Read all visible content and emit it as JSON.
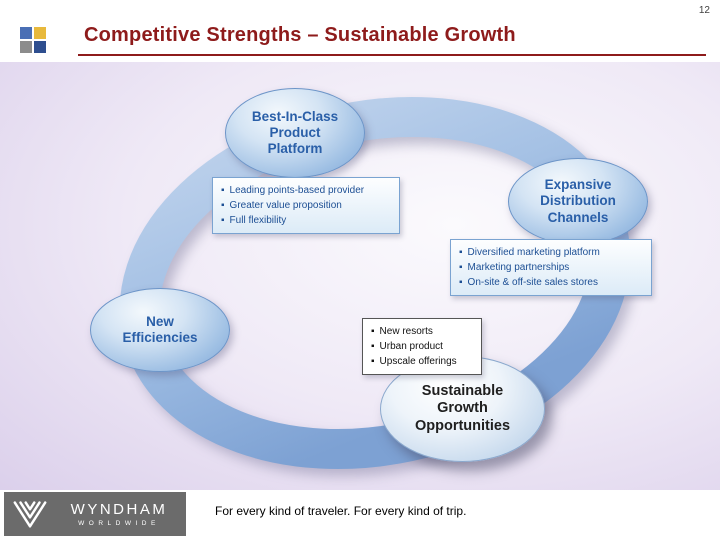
{
  "slide": {
    "page_number": "12",
    "title": "Competitive Strengths – Sustainable Growth"
  },
  "diagram": {
    "nodes": [
      {
        "id": "best-in-class-product-platform",
        "label": "Best-In-Class\nProduct\nPlatform"
      },
      {
        "id": "expansive-distribution-channels",
        "label": "Expansive\nDistribution\nChannels"
      },
      {
        "id": "new-efficiencies",
        "label": "New\nEfficiencies"
      },
      {
        "id": "sustainable-growth-opportunities",
        "label": "Sustainable\nGrowth\nOpportunities"
      }
    ],
    "callouts": [
      {
        "id": "product-platform-points",
        "items": [
          "Leading points-based provider",
          "Greater value proposition",
          "Full flexibility"
        ]
      },
      {
        "id": "distribution-points",
        "items": [
          "Diversified marketing platform",
          "Marketing partnerships",
          "On-site & off-site sales stores"
        ]
      },
      {
        "id": "growth-points",
        "items": [
          "New resorts",
          "Urban product",
          "Upscale offerings"
        ]
      }
    ]
  },
  "footer": {
    "brand": "WYNDHAM",
    "brand_sub": "WORLDWIDE",
    "tagline": "For every kind of traveler. For every kind of trip."
  },
  "colors": {
    "title_accent": "#8e1b1b",
    "node_text_blue": "#2a5fa8",
    "callout_text_blue": "#1d4f94",
    "ring_blue": "#8fb0da",
    "logo_gray": "#6b6b6b",
    "background_lavender": "#c6b8de"
  }
}
